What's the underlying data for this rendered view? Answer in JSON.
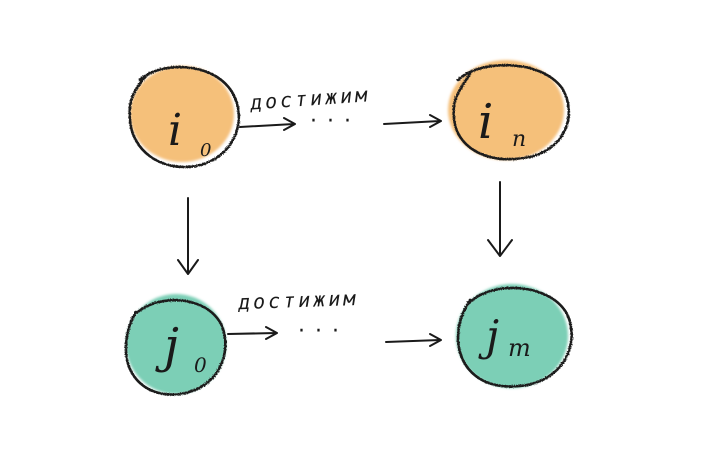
{
  "colors": {
    "orange": "#f5c07a",
    "green": "#7ccfb6",
    "ink": "#1a1a1a"
  },
  "nodes": {
    "i0": {
      "letter": "i",
      "sub": "0"
    },
    "in": {
      "letter": "i",
      "sub": "n"
    },
    "j0": {
      "letter": "j",
      "sub": "0"
    },
    "jm": {
      "letter": "j",
      "sub": "m"
    }
  },
  "edges": {
    "top_label": "достижим",
    "bottom_label": "достижим",
    "ellipsis": "···"
  }
}
